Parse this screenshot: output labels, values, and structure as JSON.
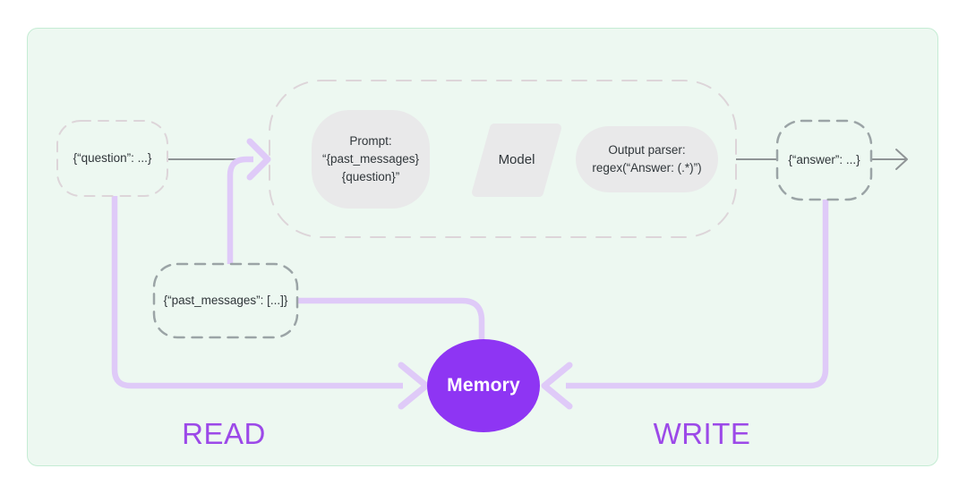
{
  "diagram": {
    "nodes": {
      "question": {
        "label": "{“question”: ...}"
      },
      "past_messages": {
        "label": "{“past_messages”: [...]}"
      },
      "answer": {
        "label": "{“answer”: ...}"
      },
      "prompt": {
        "lines": [
          "Prompt:",
          "“{past_messages}",
          "{question}”"
        ]
      },
      "model": {
        "label": "Model"
      },
      "output_parser": {
        "lines": [
          "Output parser:",
          "regex(“Answer: (.*)”)"
        ]
      },
      "memory": {
        "label": "Memory"
      }
    },
    "flow_labels": {
      "read": "READ",
      "write": "WRITE"
    },
    "colors": {
      "card_background": "#edf8f1",
      "card_border": "#c5ecd4",
      "dashed_outline_light": "#ddd5d9",
      "dashed_outline_dark": "#9ba4a6",
      "shape_fill": "#e9e9ea",
      "connector_gray": "#8f9496",
      "connector_purple": "#dfcaf8",
      "memory_fill": "#8e35f3",
      "flow_label_purple": "#9c49e8",
      "node_text": "#30363a"
    }
  }
}
